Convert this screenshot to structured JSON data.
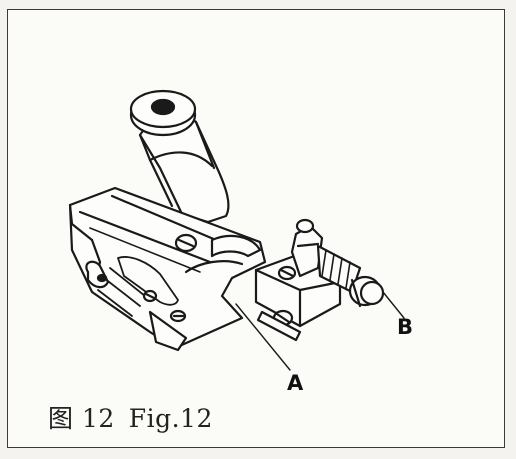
{
  "figure": {
    "callout_a": "A",
    "callout_b": "B",
    "caption_cn": "图 12",
    "caption_en": "Fig.12"
  },
  "colors": {
    "ink": "#1a1a1a",
    "paper": "#fbfbf8",
    "frame": "#3a3a3a"
  }
}
